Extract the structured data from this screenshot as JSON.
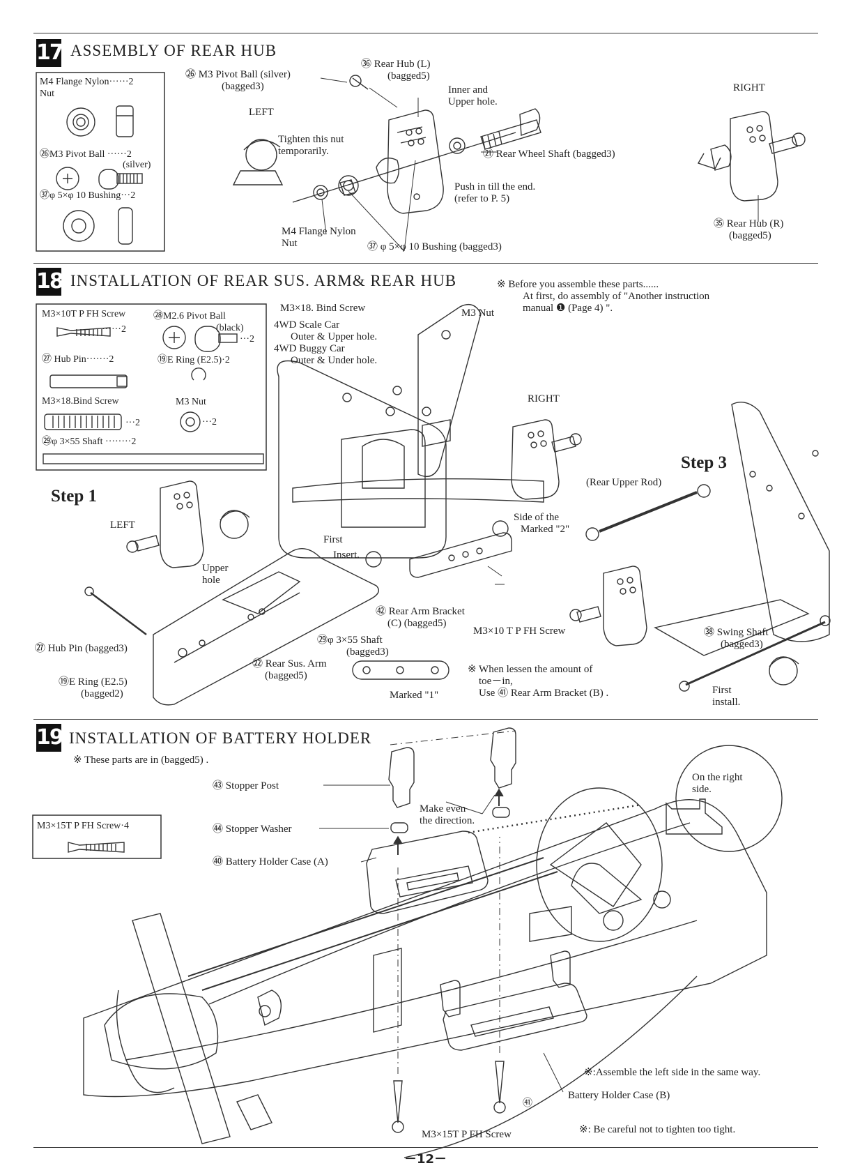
{
  "s17": {
    "num": "17",
    "title": "ASSEMBLY OF REAR HUB",
    "parts": [
      "M4 Flange Nylon······2",
      "Nut",
      "㉖M3 Pivot Ball ······2",
      "(silver)",
      "㊲φ 5×φ 10 Bushing···2"
    ],
    "labels": {
      "pivot_ball": "㉖ M3  Pivot Ball (silver)",
      "pivot_ball_bag": "(bagged3)",
      "rear_hub_l": "㊱ Rear Hub  (L)",
      "rear_hub_l_bag": "(bagged5)",
      "inner_upper": "Inner and",
      "inner_upper2": "Upper hole.",
      "left": "LEFT",
      "tighten": "Tighten this nut",
      "tighten2": "temporarily.",
      "rear_wheel_shaft": "㉑ Rear Wheel Shaft  (bagged3)",
      "push": "Push in till the end.",
      "push2": "(refer to P. 5)",
      "flange_nut": "M4 Flange Nylon",
      "flange_nut2": "Nut",
      "bushing": "㊲ φ 5×φ 10  Bushing   (bagged3)",
      "right": "RIGHT",
      "rear_hub_r": "㉟ Rear Hub  (R)",
      "rear_hub_r_bag": "(bagged5)"
    }
  },
  "s18": {
    "num": "18",
    "title": "INSTALLATION OF REAR SUS. ARM&  REAR HUB",
    "note": "※ Before you assemble these parts......",
    "note2": "At first, do assembly of \"Another instruction",
    "note3": "manual  ❶  (Page 4) \".",
    "parts": [
      "M3×10T P FH Screw",
      "······2",
      "㉘M2.6 Pivot Ball",
      "(black)",
      "···2",
      "㉗ Hub Pin·······2",
      "⑲E Ring  (E2.5)·2",
      "M3×18.Bind Screw",
      "···2",
      "M3 Nut",
      "···2",
      "㉙φ 3×55 Shaft  ········2"
    ],
    "labels": {
      "bind_screw": "M3×18. Bind Screw",
      "m3nut": "M3 Nut",
      "scale_car": "4WD Scale Car",
      "scale_car2": "Outer & Upper hole.",
      "buggy_car": "4WD Buggy Car",
      "buggy_car2": "Outer & Under hole.",
      "right": "RIGHT",
      "step1": "Step 1",
      "step3": "Step 3",
      "rear_upper_rod": "(Rear Upper Rod)",
      "left": "LEFT",
      "upper_hole": "Upper",
      "upper_hole2": "hole",
      "first_insert": "First",
      "first_insert2": "Insert.",
      "side_marked": "Side of the",
      "side_marked2": "Marked \"2\"",
      "rear_arm_bracket": "㊷ Rear Arm Bracket",
      "rear_arm_bracket2": "(C)  (bagged5)",
      "m3x10": "M3×10  T P FH Screw",
      "swing_shaft": "㊳ Swing Shaft",
      "swing_shaft2": "(bagged3)",
      "hub_pin": "㉗ Hub Pin  (bagged3)",
      "shaft": "㉙φ 3×55 Shaft",
      "shaft2": "(bagged3)",
      "rear_sus_arm": "㉒ Rear Sus. Arm",
      "rear_sus_arm2": "(bagged5)",
      "e_ring": "⑲E Ring  (E2.5)",
      "e_ring2": "(bagged2)",
      "marked1": "Marked \"1\"",
      "toe_in": "※ When lessen the amount of",
      "toe_in2": "toe－in,",
      "toe_in3": "Use  ㊶  Rear Arm Bracket  (B) .",
      "first_install": "First",
      "first_install2": "install."
    }
  },
  "s19": {
    "num": "19",
    "title": "INSTALLATION OF BATTERY HOLDER",
    "note": "※ These parts are in  (bagged5) .",
    "parts": [
      "M3×15T P FH Screw·4"
    ],
    "labels": {
      "stopper_post": "㊸ Stopper Post",
      "stopper_washer": "㊹ Stopper Washer",
      "battery_a": "㊵ Battery Holder Case (A)",
      "make_even": "Make even",
      "make_even2": "the direction.",
      "right_side": "On the right",
      "right_side2": "side.",
      "assemble_left": "※:Assemble the left side in the same way.",
      "battery_b": "Battery Holder Case  (B)",
      "screw": "M3×15T P FH Screw",
      "careful": "※: Be careful not to tighten too tight.",
      "part41": "㊶"
    }
  },
  "page_number": "－12－"
}
